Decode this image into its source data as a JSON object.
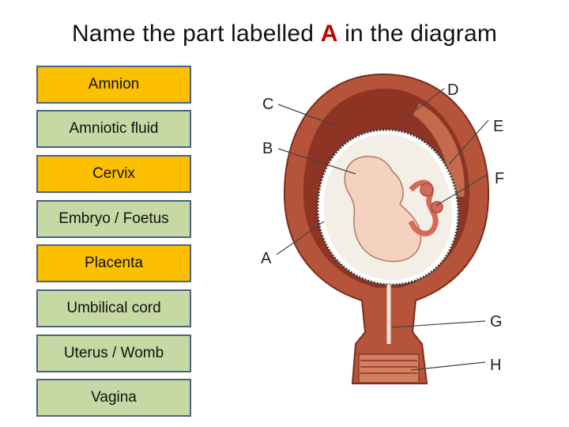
{
  "title": {
    "before": "Name the part labelled ",
    "highlight": "A",
    "after": " in the diagram"
  },
  "options": [
    {
      "label": "Amnion",
      "color": "orange"
    },
    {
      "label": "Amniotic fluid",
      "color": "green"
    },
    {
      "label": "Cervix",
      "color": "orange"
    },
    {
      "label": "Embryo / Foetus",
      "color": "green"
    },
    {
      "label": "Placenta",
      "color": "orange"
    },
    {
      "label": "Umbilical cord",
      "color": "green"
    },
    {
      "label": "Uterus / Womb",
      "color": "green"
    },
    {
      "label": "Vagina",
      "color": "green"
    }
  ],
  "diagram": {
    "labels": [
      "A",
      "B",
      "C",
      "D",
      "E",
      "F",
      "G",
      "H"
    ]
  },
  "colors": {
    "orange": "#fcc000",
    "green": "#c6d8a4",
    "border": "#4a6285",
    "highlight": "#c00000"
  }
}
